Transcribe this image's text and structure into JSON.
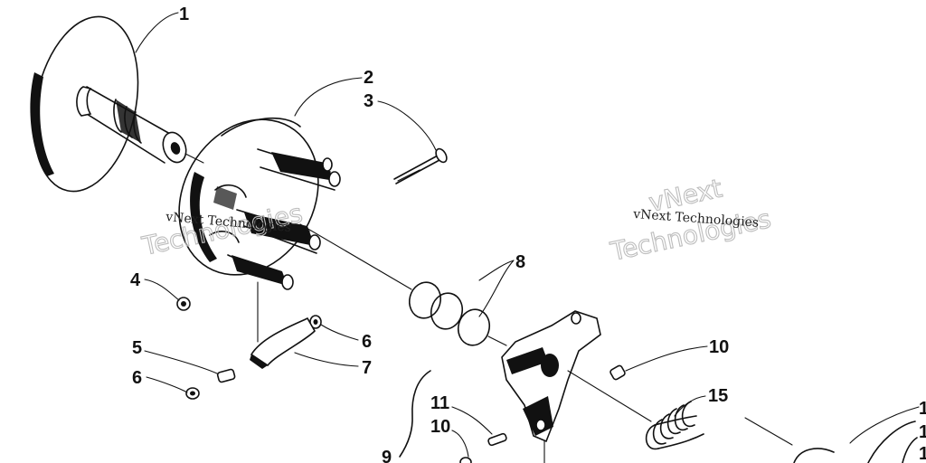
{
  "diagram": {
    "callouts": [
      {
        "id": "c1",
        "label": "1"
      },
      {
        "id": "c2",
        "label": "2"
      },
      {
        "id": "c3",
        "label": "3"
      },
      {
        "id": "c4",
        "label": "4"
      },
      {
        "id": "c5",
        "label": "5"
      },
      {
        "id": "c6a",
        "label": "6"
      },
      {
        "id": "c6b",
        "label": "6"
      },
      {
        "id": "c7",
        "label": "7"
      },
      {
        "id": "c8",
        "label": "8"
      },
      {
        "id": "c9",
        "label": "9"
      },
      {
        "id": "c10a",
        "label": "10"
      },
      {
        "id": "c10b",
        "label": "10"
      },
      {
        "id": "c11",
        "label": "11"
      },
      {
        "id": "c15",
        "label": "15"
      },
      {
        "id": "c1x",
        "label": "1"
      },
      {
        "id": "c1y",
        "label": "1"
      },
      {
        "id": "c1z",
        "label": "1"
      }
    ]
  },
  "watermarks": {
    "left_line": "vNext Technologies",
    "left_outline": "Technologies",
    "right_line": "vNext Technologies",
    "right_outline_top": "vNext",
    "right_outline": "Technologies"
  }
}
